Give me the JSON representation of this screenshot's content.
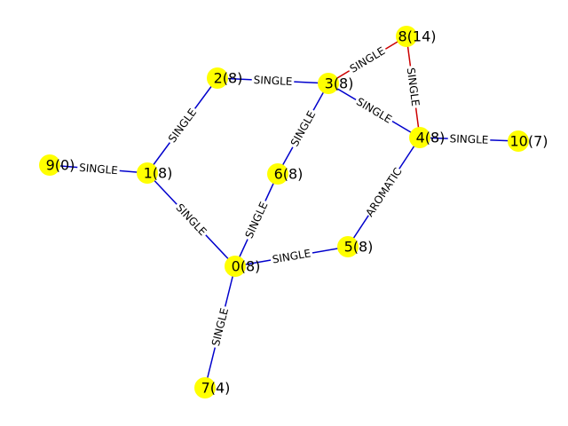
{
  "colors": {
    "node_fill": "#ffff00",
    "edge_default": "#0000cc",
    "edge_highlight": "#cc0000",
    "background": "#ffffff"
  },
  "nodes": [
    {
      "id": "0",
      "label": "0(8)"
    },
    {
      "id": "1",
      "label": "1(8)"
    },
    {
      "id": "2",
      "label": "2(8)"
    },
    {
      "id": "3",
      "label": "3(8)"
    },
    {
      "id": "4",
      "label": "4(8)"
    },
    {
      "id": "5",
      "label": "5(8)"
    },
    {
      "id": "6",
      "label": "6(8)"
    },
    {
      "id": "7",
      "label": "7(4)"
    },
    {
      "id": "8",
      "label": "8(14)"
    },
    {
      "id": "9",
      "label": "9(0)"
    },
    {
      "id": "10",
      "label": "10(7)"
    }
  ],
  "edges": [
    {
      "source": "2",
      "target": "3",
      "label": "SINGLE",
      "color": "blue"
    },
    {
      "source": "1",
      "target": "2",
      "label": "SINGLE",
      "color": "blue"
    },
    {
      "source": "3",
      "target": "8",
      "label": "SINGLE",
      "color": "red"
    },
    {
      "source": "8",
      "target": "4",
      "label": "SINGLE",
      "color": "red"
    },
    {
      "source": "3",
      "target": "4",
      "label": "SINGLE",
      "color": "blue"
    },
    {
      "source": "3",
      "target": "6",
      "label": "SINGLE",
      "color": "blue"
    },
    {
      "source": "4",
      "target": "10",
      "label": "SINGLE",
      "color": "blue"
    },
    {
      "source": "9",
      "target": "1",
      "label": "SINGLE",
      "color": "blue"
    },
    {
      "source": "1",
      "target": "0",
      "label": "SINGLE",
      "color": "blue"
    },
    {
      "source": "6",
      "target": "0",
      "label": "SINGLE",
      "color": "blue"
    },
    {
      "source": "4",
      "target": "5",
      "label": "AROMATIC",
      "color": "blue"
    },
    {
      "source": "0",
      "target": "5",
      "label": "SINGLE",
      "color": "blue"
    },
    {
      "source": "0",
      "target": "7",
      "label": "SINGLE",
      "color": "blue"
    }
  ]
}
